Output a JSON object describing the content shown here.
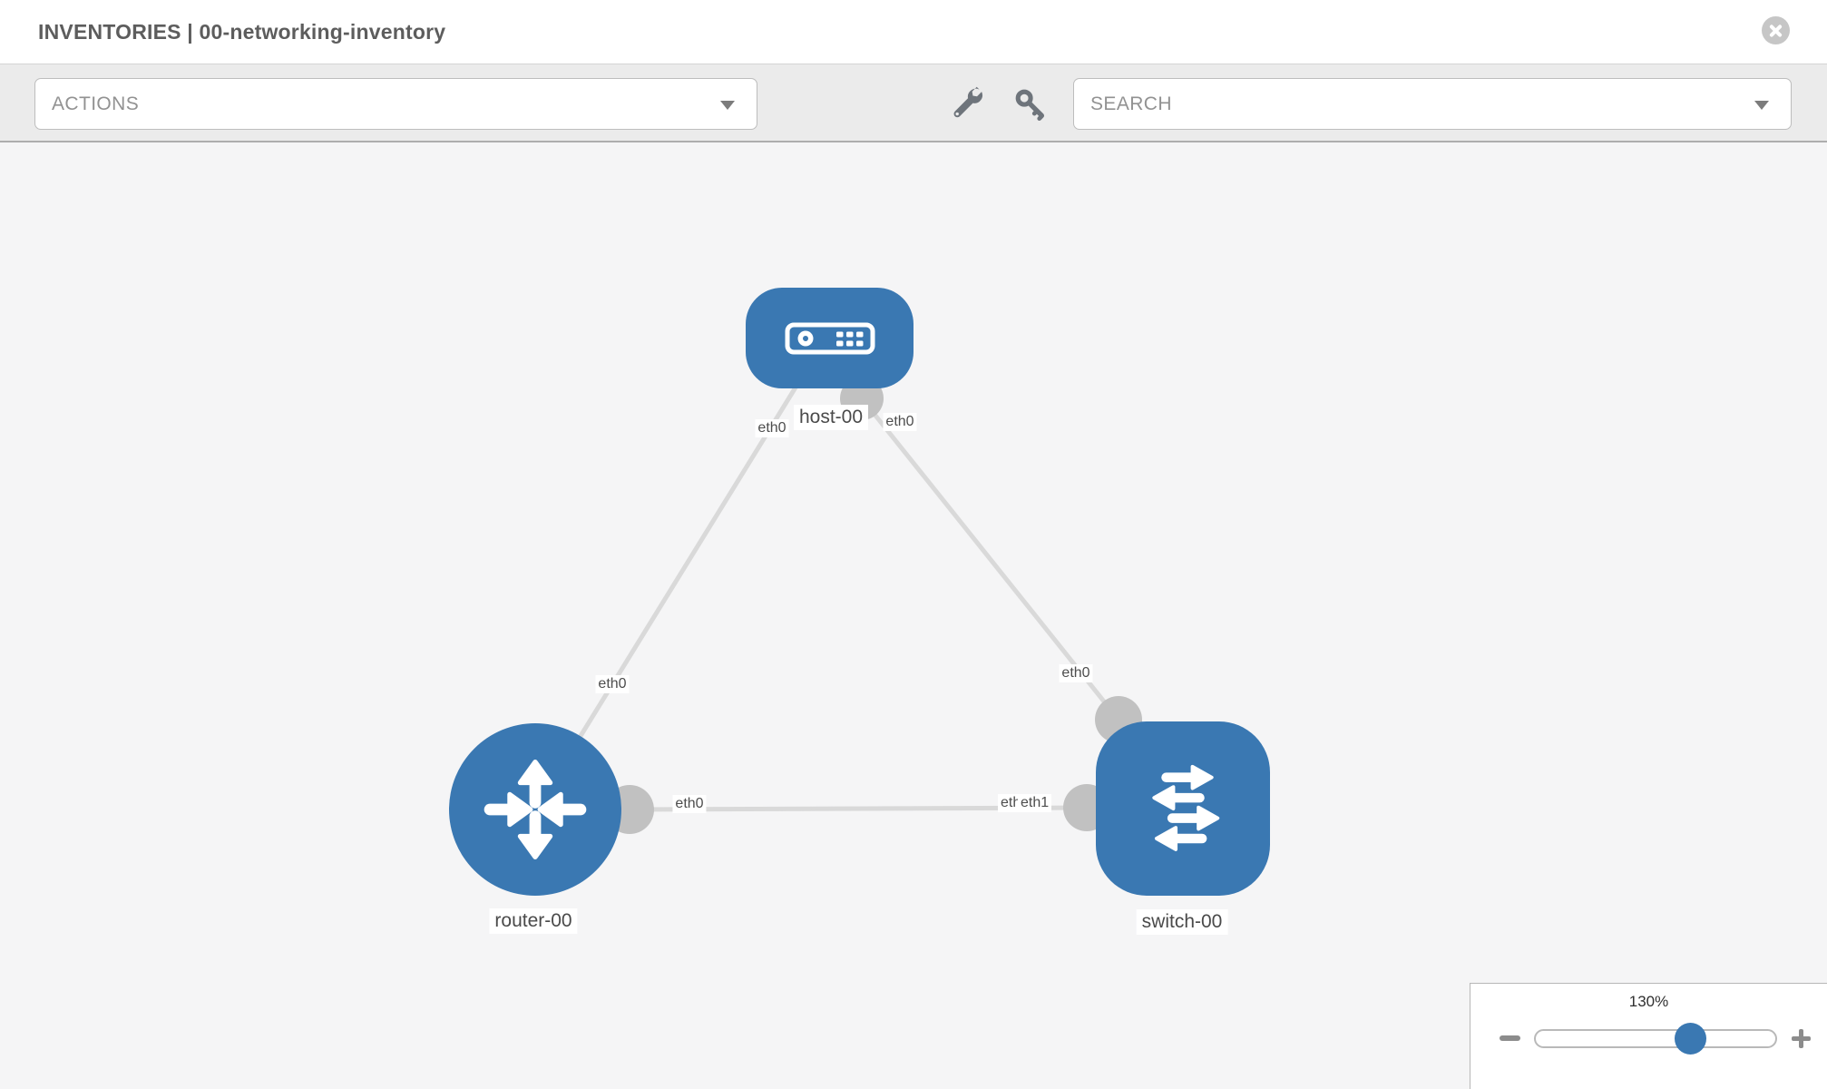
{
  "header": {
    "title": "INVENTORIES | 00-networking-inventory",
    "close_icon": "close-icon"
  },
  "toolbar": {
    "actions_label": "ACTIONS",
    "search_label": "SEARCH",
    "icons": [
      "wrench-icon",
      "key-icon"
    ]
  },
  "canvas": {
    "nodes": [
      {
        "id": "host-00",
        "type": "host",
        "label": "host-00"
      },
      {
        "id": "router-00",
        "type": "router",
        "label": "router-00"
      },
      {
        "id": "switch-00",
        "type": "switch",
        "label": "switch-00"
      }
    ],
    "links": [
      {
        "source": "host-00",
        "source_interface": "eth0",
        "target": "router-00",
        "target_interface": "eth0"
      },
      {
        "source": "host-00",
        "source_interface": "eth0",
        "target": "switch-00",
        "target_interface": "eth0"
      },
      {
        "source": "router-00",
        "source_interface": "eth0",
        "target": "switch-00",
        "target_interface": "eth1"
      }
    ]
  },
  "zoom_control": {
    "level": "130%",
    "zoom_out_icon": "minus-icon",
    "zoom_in_icon": "plus-icon"
  },
  "colors": {
    "node_blue": "#3a78b2",
    "link_gray": "#d9d9d9",
    "connector_gray": "#c1c1c1",
    "toolbar_bg": "#ebebeb",
    "canvas_bg": "#f5f5f6"
  }
}
